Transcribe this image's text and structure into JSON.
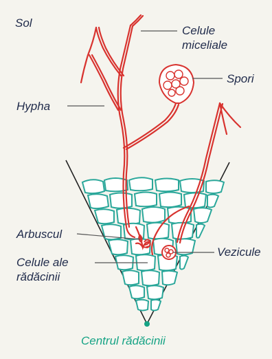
{
  "labels": {
    "sol": "Sol",
    "celule_miceliale": "Celule\nmiceliale",
    "spori": "Spori",
    "hypha": "Hypha",
    "arbuscul": "Arbuscul",
    "vezicule": "Vezicule",
    "celule_radacinii": "Celule ale\nrădăcinii",
    "centrul_radacinii": "Centrul rădăcinii"
  },
  "colors": {
    "background": "#f5f4ee",
    "hyphae": "#d8332f",
    "cell_outline": "#2aa79a",
    "cell_fill": "#ffffff",
    "label_text": "#1f2a4a",
    "center_label": "#16a385",
    "leader_lines": "#555555",
    "wedge_outline": "#222222"
  }
}
